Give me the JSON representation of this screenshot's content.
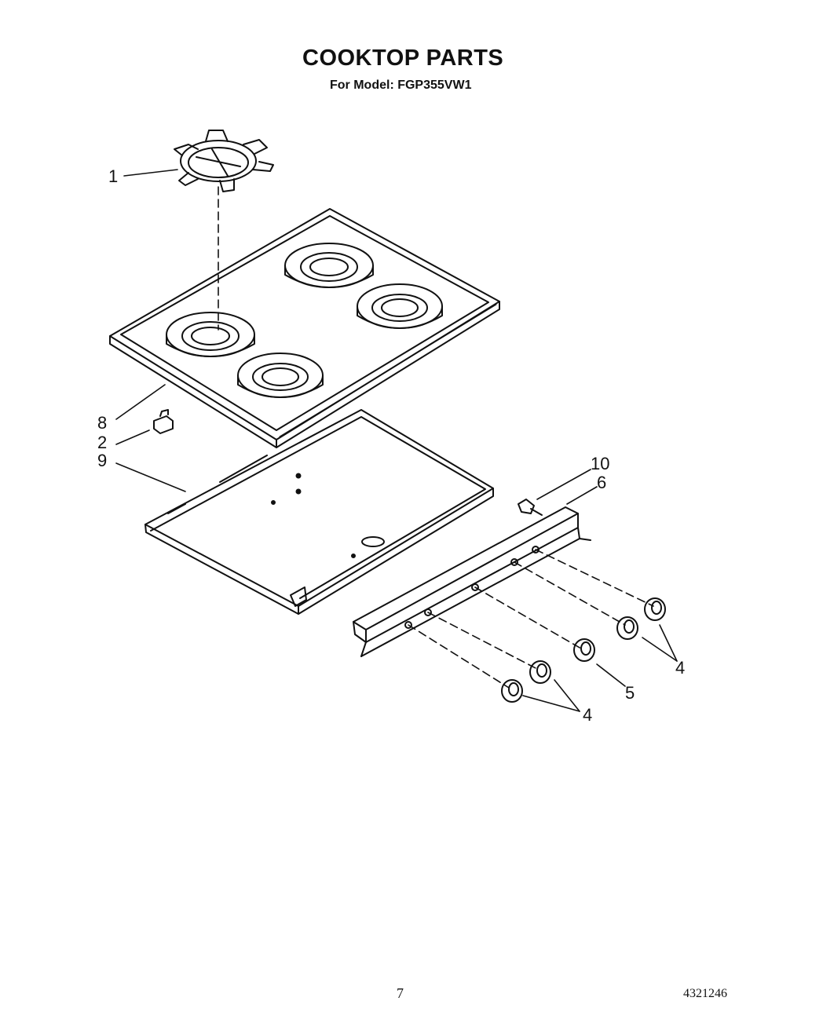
{
  "header": {
    "title": "COOKTOP PARTS",
    "subtitle": "For Model: FGP355VW1"
  },
  "callouts": {
    "c1": "1",
    "c2": "2",
    "c4a": "4",
    "c4b": "4",
    "c5": "5",
    "c6": "6",
    "c8": "8",
    "c9": "9",
    "c10": "10"
  },
  "footer": {
    "page_number": "7",
    "doc_number": "4321246"
  }
}
